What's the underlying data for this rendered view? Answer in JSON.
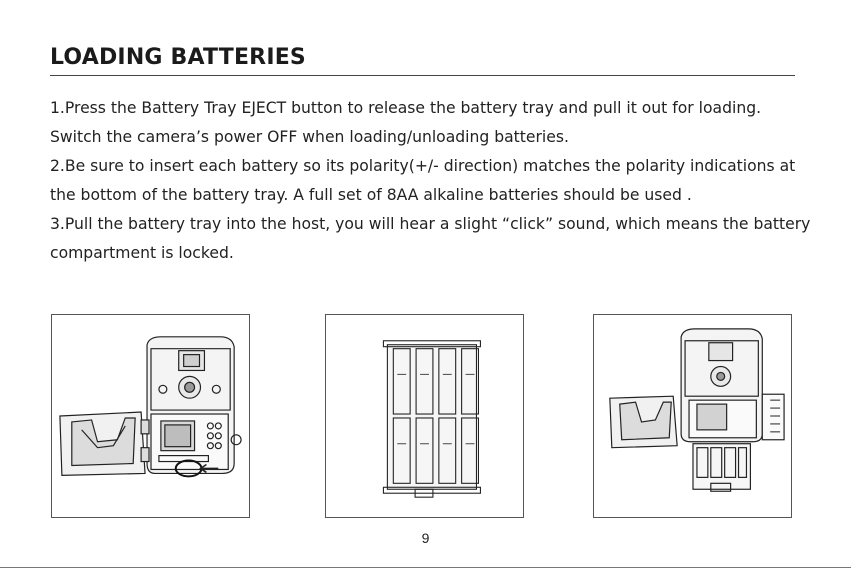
{
  "title": "LOADING BATTERIES",
  "paragraph_lines": [
    "1.Press the Battery Tray EJECT button to release the battery tray and pull it out for loading.",
    "Switch the camera’s power OFF when loading/unloading batteries.",
    "2.Be sure to insert each battery so its polarity(+/- direction) matches the polarity indications at",
    "the bottom of the battery tray. A full set of 8AA alkaline batteries should be used .",
    "3.Pull the battery tray into the host, you will hear a slight “click” sound, which means the battery",
    "compartment is locked."
  ],
  "page_number": "9"
}
